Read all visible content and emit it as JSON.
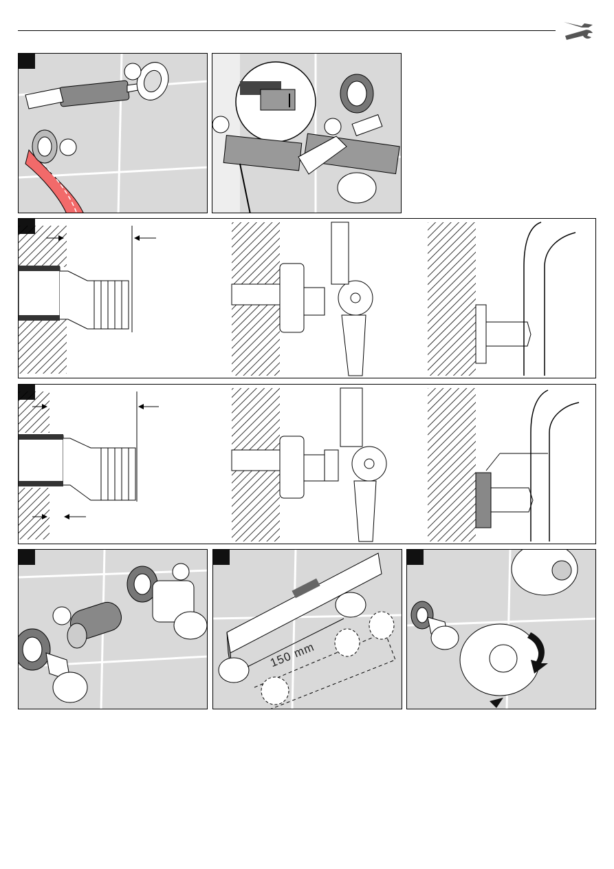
{
  "page": {
    "header_icon": "wrench-screwdriver-icon",
    "tile_color": "#d9d9d9",
    "hose_color": "#f26a6a"
  },
  "steps": [
    {
      "id": 1,
      "badge": "",
      "scene": "caulk-gun-and-wall-connector"
    },
    {
      "id": 2,
      "badge": "",
      "scene": "saw-and-spanner-trim"
    },
    {
      "id": 3,
      "badge": "",
      "scene": "flush-wall-connection-section"
    },
    {
      "id": 4,
      "badge": "",
      "scene": "recessed-wall-connection-section"
    },
    {
      "id": 5,
      "badge": "",
      "scene": "sealing-tape-and-elbow"
    },
    {
      "id": 6,
      "badge": "",
      "scene": "spirit-level-alignment"
    },
    {
      "id": 7,
      "badge": "",
      "scene": "rosette-mounting"
    }
  ],
  "dimension": {
    "label": "150 mm"
  }
}
